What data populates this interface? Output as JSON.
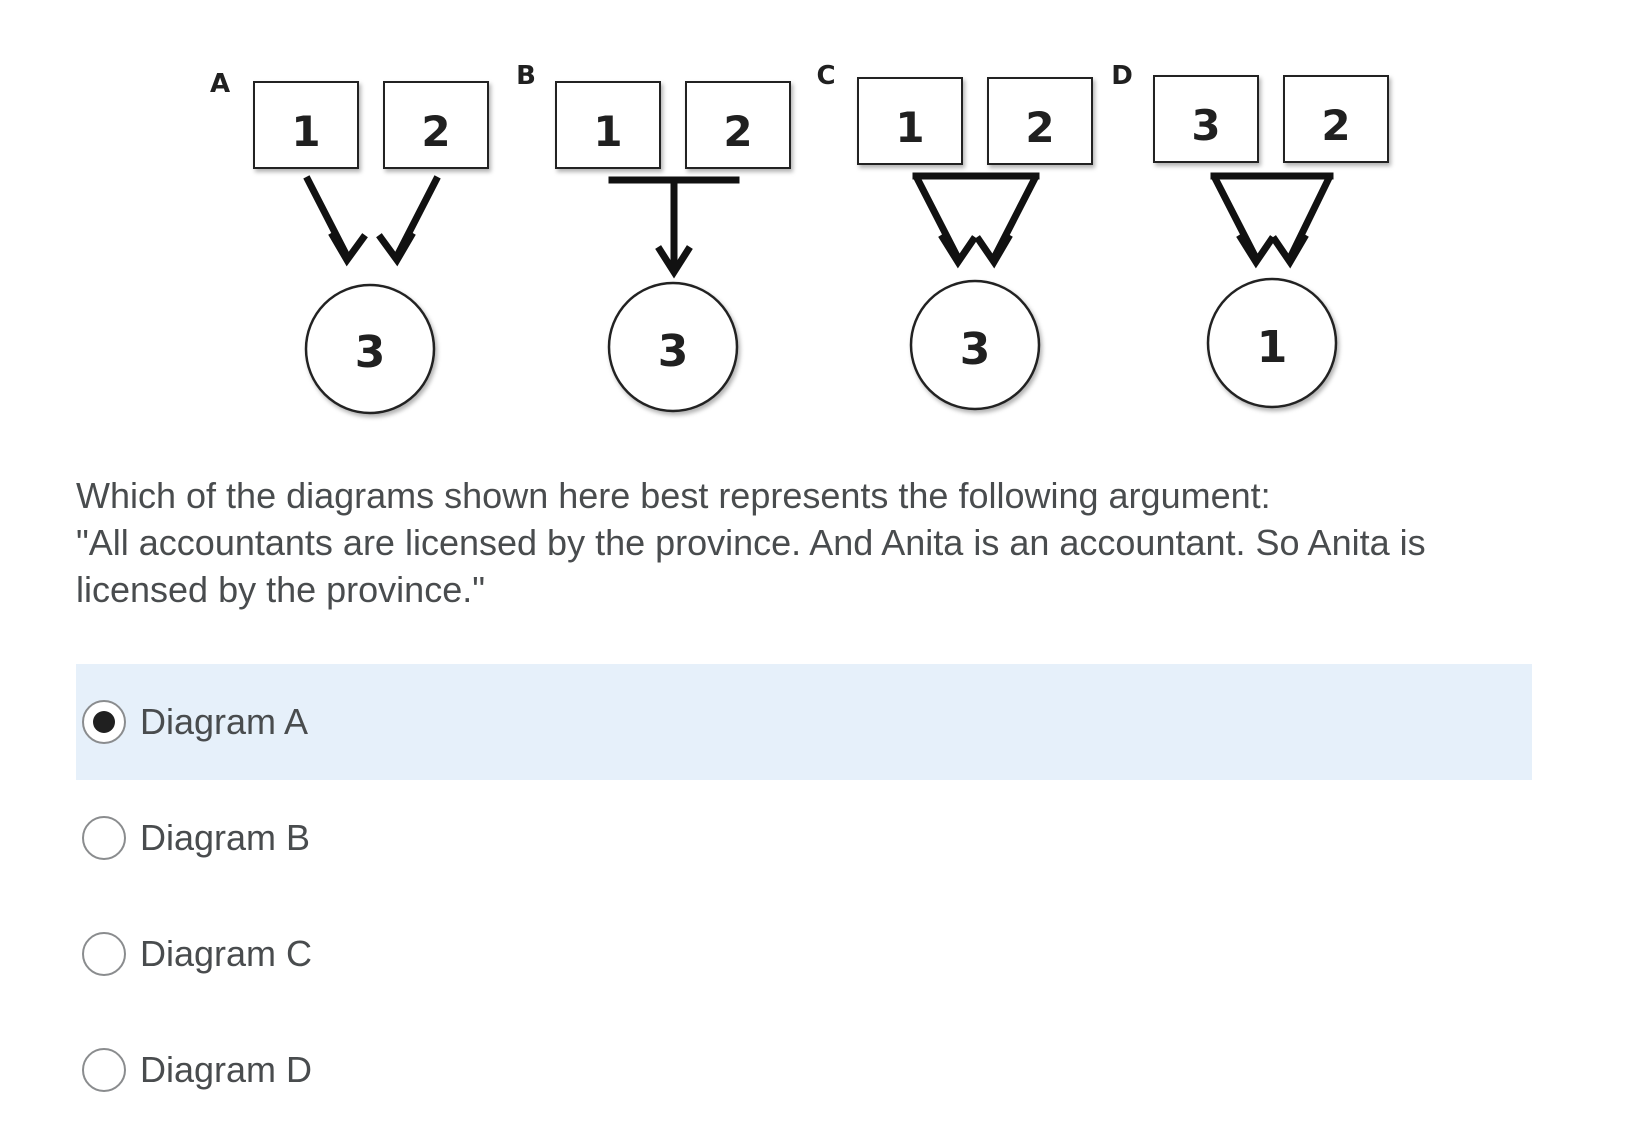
{
  "figure": {
    "diagrams": [
      {
        "id": "A",
        "premises": [
          "1",
          "2"
        ],
        "connector": "separate",
        "conclusion": "3"
      },
      {
        "id": "B",
        "premises": [
          "1",
          "2"
        ],
        "connector": "joined",
        "conclusion": "3"
      },
      {
        "id": "C",
        "premises": [
          "1",
          "2"
        ],
        "connector": "converging",
        "conclusion": "3"
      },
      {
        "id": "D",
        "premises": [
          "3",
          "2"
        ],
        "connector": "converging",
        "conclusion": "1"
      }
    ]
  },
  "question": {
    "lines": [
      "Which of the diagrams shown here best represents the following argument:",
      "\"All accountants are licensed by the province. And Anita is an accountant. So Anita is",
      "licensed by the province.\""
    ]
  },
  "options": [
    {
      "label": "Diagram A",
      "selected": true
    },
    {
      "label": "Diagram B",
      "selected": false
    },
    {
      "label": "Diagram C",
      "selected": false
    },
    {
      "label": "Diagram D",
      "selected": false
    }
  ],
  "colors": {
    "selected_background": "#e6f0fa",
    "text": "#494c4e",
    "radio_border": "#8a8c8e"
  }
}
